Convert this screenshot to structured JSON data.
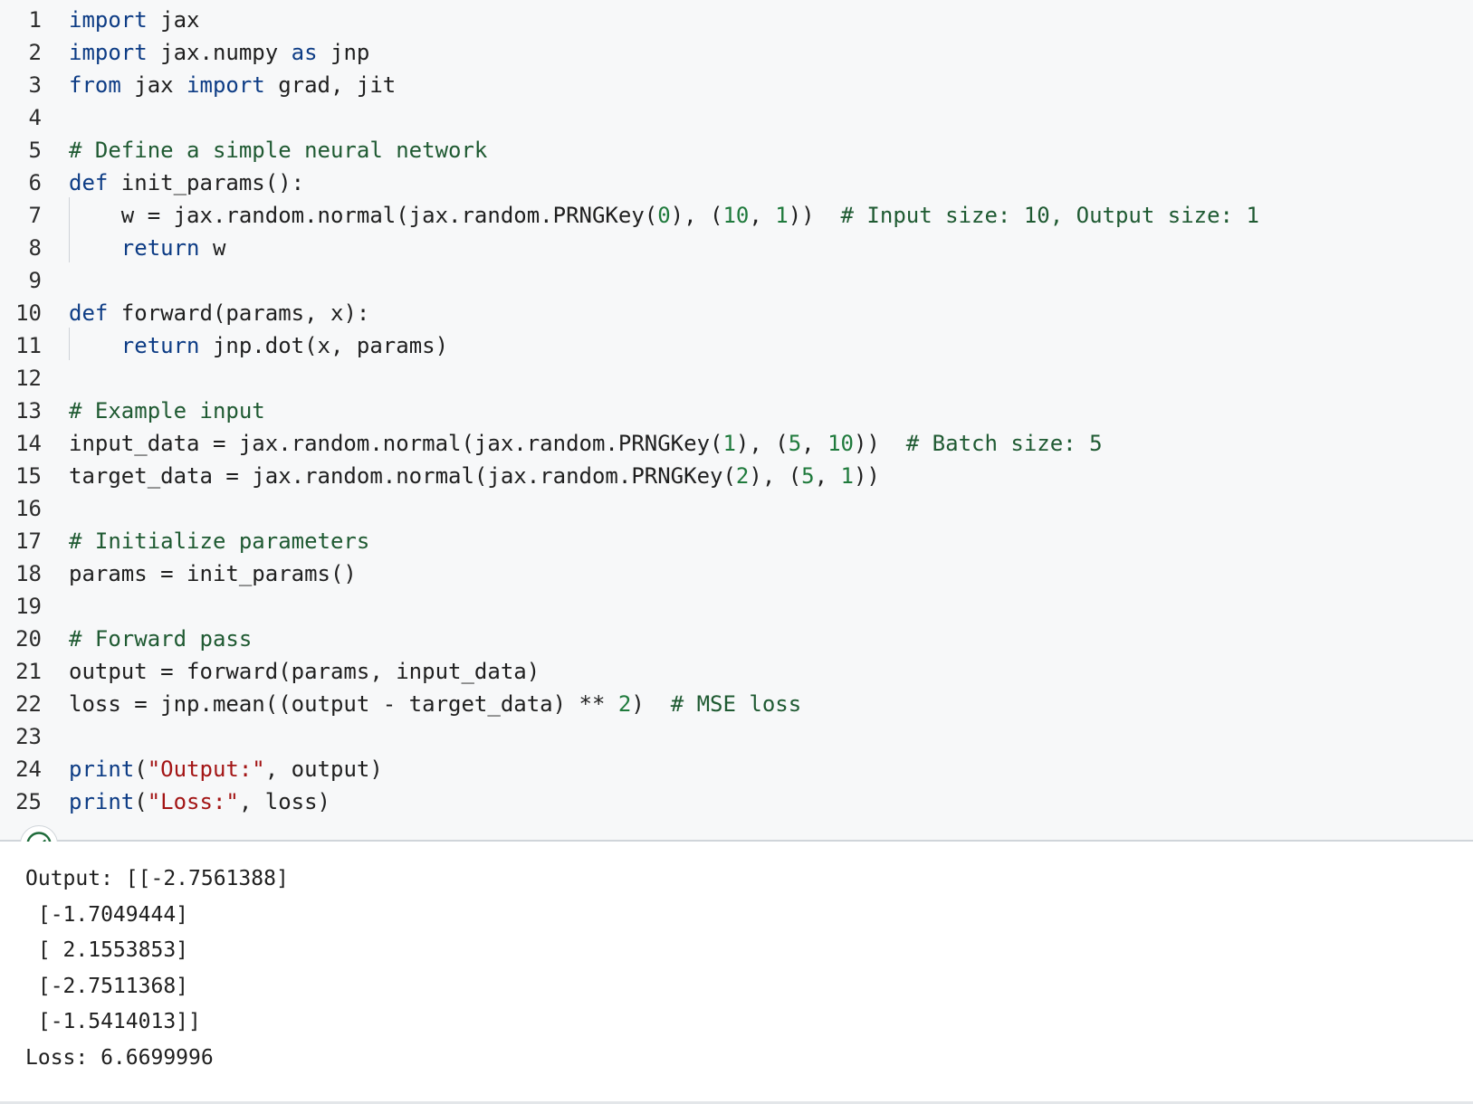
{
  "cell": {
    "status": "success",
    "status_icon": "check-circle-icon",
    "accent_color": "#1e6b3a"
  },
  "code": {
    "lines": [
      {
        "n": "1",
        "parts": [
          {
            "t": "import",
            "c": "kw"
          },
          {
            "t": " jax",
            "c": ""
          }
        ]
      },
      {
        "n": "2",
        "parts": [
          {
            "t": "import",
            "c": "kw"
          },
          {
            "t": " jax.numpy ",
            "c": ""
          },
          {
            "t": "as",
            "c": "kw"
          },
          {
            "t": " jnp",
            "c": ""
          }
        ]
      },
      {
        "n": "3",
        "parts": [
          {
            "t": "from",
            "c": "kw"
          },
          {
            "t": " jax ",
            "c": ""
          },
          {
            "t": "import",
            "c": "kw"
          },
          {
            "t": " grad, jit",
            "c": ""
          }
        ]
      },
      {
        "n": "4",
        "parts": []
      },
      {
        "n": "5",
        "parts": [
          {
            "t": "# Define a simple neural network",
            "c": "cm"
          }
        ]
      },
      {
        "n": "6",
        "parts": [
          {
            "t": "def",
            "c": "kw"
          },
          {
            "t": " init_params():",
            "c": ""
          }
        ]
      },
      {
        "n": "7",
        "parts": [
          {
            "t": "    w = jax.random.normal(jax.random.PRNGKey(",
            "c": ""
          },
          {
            "t": "0",
            "c": "nm"
          },
          {
            "t": "), (",
            "c": ""
          },
          {
            "t": "10",
            "c": "nm"
          },
          {
            "t": ", ",
            "c": ""
          },
          {
            "t": "1",
            "c": "nm"
          },
          {
            "t": "))  ",
            "c": ""
          },
          {
            "t": "# Input size: 10, Output size: 1",
            "c": "cm"
          }
        ]
      },
      {
        "n": "8",
        "parts": [
          {
            "t": "    ",
            "c": ""
          },
          {
            "t": "return",
            "c": "kw"
          },
          {
            "t": " w",
            "c": ""
          }
        ]
      },
      {
        "n": "9",
        "parts": []
      },
      {
        "n": "10",
        "parts": [
          {
            "t": "def",
            "c": "kw"
          },
          {
            "t": " forward(params, x):",
            "c": ""
          }
        ]
      },
      {
        "n": "11",
        "parts": [
          {
            "t": "    ",
            "c": ""
          },
          {
            "t": "return",
            "c": "kw"
          },
          {
            "t": " jnp.dot(x, params)",
            "c": ""
          }
        ]
      },
      {
        "n": "12",
        "parts": []
      },
      {
        "n": "13",
        "parts": [
          {
            "t": "# Example input",
            "c": "cm"
          }
        ]
      },
      {
        "n": "14",
        "parts": [
          {
            "t": "input_data = jax.random.normal(jax.random.PRNGKey(",
            "c": ""
          },
          {
            "t": "1",
            "c": "nm"
          },
          {
            "t": "), (",
            "c": ""
          },
          {
            "t": "5",
            "c": "nm"
          },
          {
            "t": ", ",
            "c": ""
          },
          {
            "t": "10",
            "c": "nm"
          },
          {
            "t": "))  ",
            "c": ""
          },
          {
            "t": "# Batch size: 5",
            "c": "cm"
          }
        ]
      },
      {
        "n": "15",
        "parts": [
          {
            "t": "target_data = jax.random.normal(jax.random.PRNGKey(",
            "c": ""
          },
          {
            "t": "2",
            "c": "nm"
          },
          {
            "t": "), (",
            "c": ""
          },
          {
            "t": "5",
            "c": "nm"
          },
          {
            "t": ", ",
            "c": ""
          },
          {
            "t": "1",
            "c": "nm"
          },
          {
            "t": "))",
            "c": ""
          }
        ]
      },
      {
        "n": "16",
        "parts": []
      },
      {
        "n": "17",
        "parts": [
          {
            "t": "# Initialize parameters",
            "c": "cm"
          }
        ]
      },
      {
        "n": "18",
        "parts": [
          {
            "t": "params = init_params()",
            "c": ""
          }
        ]
      },
      {
        "n": "19",
        "parts": []
      },
      {
        "n": "20",
        "parts": [
          {
            "t": "# Forward pass",
            "c": "cm"
          }
        ]
      },
      {
        "n": "21",
        "parts": [
          {
            "t": "output = forward(params, input_data)",
            "c": ""
          }
        ]
      },
      {
        "n": "22",
        "parts": [
          {
            "t": "loss = jnp.mean((output - target_data) ** ",
            "c": ""
          },
          {
            "t": "2",
            "c": "nm"
          },
          {
            "t": ")  ",
            "c": ""
          },
          {
            "t": "# MSE loss",
            "c": "cm"
          }
        ]
      },
      {
        "n": "23",
        "parts": []
      },
      {
        "n": "24",
        "parts": [
          {
            "t": "print",
            "c": "kw"
          },
          {
            "t": "(",
            "c": ""
          },
          {
            "t": "\"Output:\"",
            "c": "st"
          },
          {
            "t": ", output)",
            "c": ""
          }
        ]
      },
      {
        "n": "25",
        "parts": [
          {
            "t": "print",
            "c": "kw"
          },
          {
            "t": "(",
            "c": ""
          },
          {
            "t": "\"Loss:\"",
            "c": "st"
          },
          {
            "t": ", loss)",
            "c": ""
          }
        ]
      }
    ]
  },
  "output": {
    "text": "Output: [[-2.7561388]\n [-1.7049444]\n [ 2.1553853]\n [-2.7511368]\n [-1.5414013]]\nLoss: 6.6699996"
  }
}
